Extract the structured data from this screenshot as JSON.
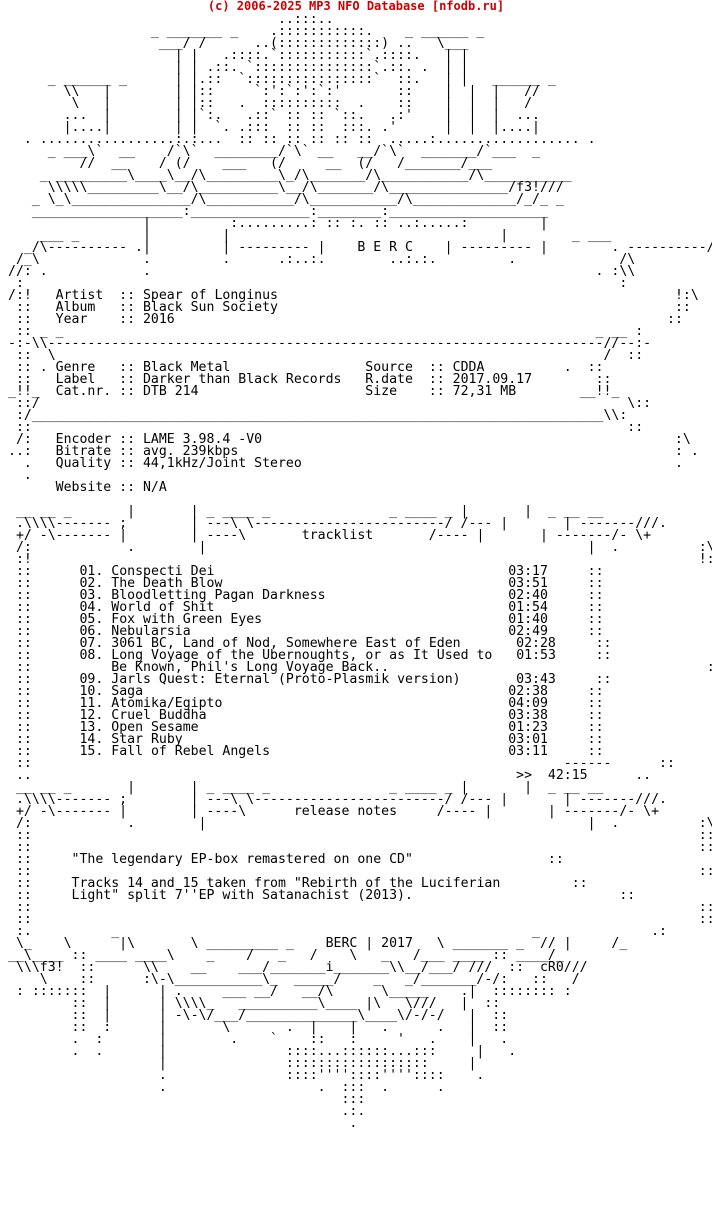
{
  "header": {
    "copyright": "(c) 2006-2025 MP3 NFO Database [nfodb.ru]"
  },
  "nfo": {
    "release": {
      "group": "B E R C",
      "artist": "Spear of Longinus",
      "album": "Black Sun Society",
      "year": "2016",
      "genre": "Black Metal",
      "label": "Darker than Black Records",
      "catnr": "DTB 214",
      "source": "CDDA",
      "rdate": "2017.09.17",
      "size": "72,31 MB",
      "encoder": "LAME 3.98.4 -V0",
      "bitrate": "avg. 239kbps",
      "quality": "44,1kHz/Joint Stereo",
      "website": "N/A"
    },
    "sections": {
      "tracklist": "tracklist",
      "release_notes": "release notes"
    },
    "tracks": [
      {
        "no": "01.",
        "title": "Conspecti Dei",
        "time": "03:17"
      },
      {
        "no": "02.",
        "title": "The Death Blow",
        "time": "03:51"
      },
      {
        "no": "03.",
        "title": "Bloodletting Pagan Darkness",
        "time": "02:40"
      },
      {
        "no": "04.",
        "title": "World of Shit",
        "time": "01:54"
      },
      {
        "no": "05.",
        "title": "Fox with Green Eyes",
        "time": "01:40"
      },
      {
        "no": "06.",
        "title": "Nebularsia",
        "time": "02:49"
      },
      {
        "no": "07.",
        "title": "3061 BC, Land of Nod, Somewhere East of Eden",
        "time": "02:28"
      },
      {
        "no": "08.",
        "title": "Long Voyage of the Ubernoughts, or as It Used to",
        "title2": "Be Known, Phil's Long Voyage Back..",
        "time": "01:53"
      },
      {
        "no": "09.",
        "title": "Jarls Quest: Eternal (Proto-Plasmik version)",
        "time": "03:43"
      },
      {
        "no": "10.",
        "title": "Saga",
        "time": "02:38"
      },
      {
        "no": "11.",
        "title": "Atomika/Egipto",
        "time": "04:09"
      },
      {
        "no": "12.",
        "title": "Cruel Buddha",
        "time": "03:38"
      },
      {
        "no": "13.",
        "title": "Open Sesame",
        "time": "01:23"
      },
      {
        "no": "14.",
        "title": "Star Ruby",
        "time": "03:01"
      },
      {
        "no": "15.",
        "title": "Fall of Rebel Angels",
        "time": "03:11"
      }
    ],
    "total_time": "42:15",
    "notes": [
      "\"The legendary EP-box remastered on one CD\"",
      "Tracks 14 and 15 taken from \"Rebirth of the Luciferian",
      "Light\" split 7''EP with Satanachist (2013)."
    ],
    "footer_tag": "BERC | 2017",
    "signatures": [
      "f3!",
      "cR0"
    ]
  }
}
